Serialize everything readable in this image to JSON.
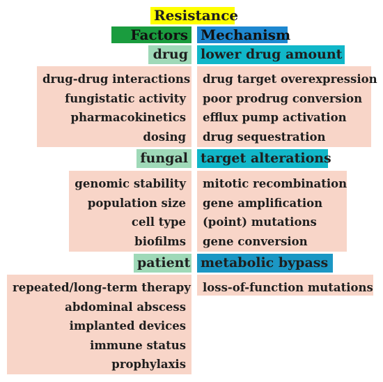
{
  "colors": {
    "title_bg": "#ffff00",
    "factors_bg": "#1a9c3e",
    "mechanism_bg": "#1e88d0",
    "factor_section_bg": "#9fd9b8",
    "mechanism_section_bg": "#11b7c9",
    "metabolic_bypass_bg": "#1c97c4",
    "item_bg": "#f8d5c8"
  },
  "title": "Resistance",
  "factors_header": "Factors",
  "mechanism_header": "Mechanism",
  "factors": [
    {
      "name": "drug",
      "items": [
        "drug-drug interactions",
        "fungistatic activity",
        "pharmacokinetics",
        "dosing"
      ]
    },
    {
      "name": "fungal",
      "items": [
        "genomic stability",
        "population size",
        "cell type",
        "biofilms"
      ]
    },
    {
      "name": "patient",
      "items": [
        "repeated/long-term therapy",
        "abdominal abscess",
        "implanted devices",
        "immune status",
        "prophylaxis"
      ]
    }
  ],
  "mechanisms": [
    {
      "name": "lower drug amount",
      "items": [
        "drug target overexpression",
        "poor prodrug conversion",
        "efflux pump activation",
        "drug sequestration"
      ]
    },
    {
      "name": "target alterations",
      "items": [
        "mitotic recombination",
        "gene amplification",
        "(point) mutations",
        "gene conversion"
      ]
    },
    {
      "name": "metabolic bypass",
      "items": [
        "loss-of-function mutations"
      ]
    }
  ]
}
